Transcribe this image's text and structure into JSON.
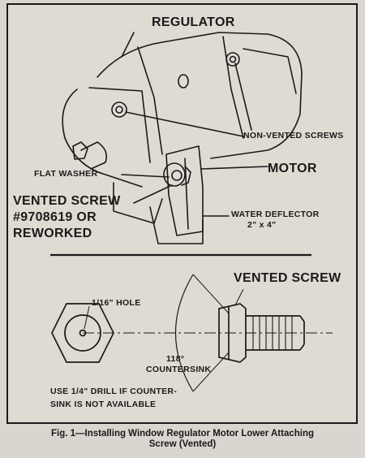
{
  "labels": {
    "regulator": "REGULATOR",
    "non_vented_screws": "NON-VENTED SCREWS",
    "motor": "MOTOR",
    "flat_washer": "FLAT WASHER",
    "vented_screw_line1": "VENTED SCREW",
    "vented_screw_line2": "#9708619 OR",
    "vented_screw_line3": "REWORKED",
    "water_deflector_line1": "WATER DEFLECTOR",
    "water_deflector_line2": "2\" x 4\"",
    "hole": "1/16\" HOLE",
    "vented_screw_detail": "VENTED SCREW",
    "countersink_line1": "118°",
    "countersink_line2": "COUNTERSINK",
    "drill_note_line1": "USE 1/4\" DRILL IF COUNTER-",
    "drill_note_line2": "SINK IS NOT AVAILABLE"
  },
  "caption": {
    "line1": "Fig. 1—Installing Window Regulator Motor Lower Attaching",
    "line2": "Screw (Vented)"
  }
}
